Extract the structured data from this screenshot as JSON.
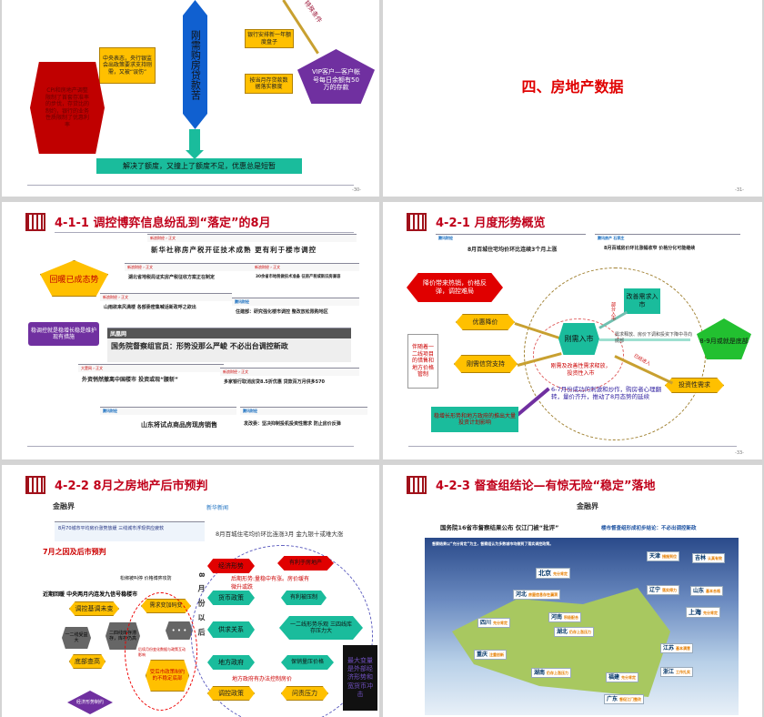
{
  "slides": [
    {
      "page": "-30-",
      "diamond": "刚需购房贷款苦",
      "bottom_box": "解决了额度，又撞上了额度不足，优惠总是短暂",
      "callout_central": "中央表态，央行银监会出政策要求支持刚需，又被“误伤”",
      "callout_bank": "银行安排新一年额度盘子",
      "callout_deposit": "按当月存贷款数据落实额度",
      "hexagon": "CPI和房地产调整限制了首套存准率的步伐，存贷比的制约，银行的业务性质限制了优惠利率",
      "pentagon": "VIP客户—客户帐号每日余额有50万的存款",
      "arrow_label": "特殊条件"
    },
    {
      "page": "-31-",
      "heading": "四、房地产数据"
    },
    {
      "title": "4-1-1  调控博弈信息纷乱到“落定”的8月",
      "pentagon": "回暖已成态势",
      "purple_box": "稳调控就是稳增长稳是维护现有措施",
      "headlines": [
        "新华社称房产税开征技术成熟  更有利于楼市调控",
        "湖北省地税局证实房产税征收方案正在制定",
        "30余省市地税做技术准备 征房产税或新旧房兼容",
        "山雨欲来风满楼 各部委密集喊话新政呼之欲出",
        "住建部：研究强化楼市调控 整改放松限购地区",
        "国务院督察组官员：形势没那么严峻  不必出台调控新政",
        "外资悄然撤离中国楼市  投资或现“腰斩”",
        "多家银行取消房贷8.5折优惠 贷款百万月供多570",
        "山东将试点商品房现房销售",
        "发改委：坚决抑制投机投资性需求 防止房价反弹"
      ],
      "sources": [
        "腾讯财经",
        "凤凰网"
      ]
    },
    {
      "page": "-33-",
      "title": "4-2-1  月度形势概览",
      "headlines": [
        "8月百城住宅均价环比连续3个月上涨",
        "8月百城房价环比涨幅收窄  价格分化可能继续"
      ],
      "sources": [
        "腾讯财经",
        "腾讯房产 石家庄"
      ],
      "red_hex": "降价带来热销，价格反弹，调控难局",
      "promo": "优惠降价",
      "credit": "刚需信贷支持",
      "side_note": "伴随着一二线项目的惜售和地方价格管制",
      "green_box": "稳增长形势和地方政府的推出大量投资计划影响",
      "center": "刚需入市",
      "improve": "改善需求入市",
      "invest": "投资性需求",
      "result": "8-9月或就是底部",
      "inner_note": "刚需及改善性需求释放，投资性入市",
      "flow_note": "需求释放、房价下调和投资下降中寻向底部",
      "lbl_part": "部分入市",
      "lbl_enter": "已经进入",
      "purple_note": "6-7月份成功的刺激和炒作，购房者心理翻转，量价齐升，推动了8月态势的延续"
    },
    {
      "title": "4-2-2  8月之房地产后市预判",
      "sources": [
        "金融界",
        "新华新闻",
        "腾讯财经"
      ],
      "headlines": [
        "8月70城市平均房价涨势放缓  三线城市浮现供应疲软",
        "8月百城住宅均价环比连涨3月  金九银十或难大涨",
        "松绑被叫停 价格博弈攻防",
        "近期回暖  中央两月内连发九信号稳楼市"
      ],
      "sub_title": "7月之因及后市预判",
      "left_flow": [
        "调控基调未变",
        "需求变加码变",
        "一二线受益大",
        "二四线库存滞存，库存仍高",
        "• • •",
        "底部查高",
        "受后市政策制约的不稳定底部",
        "后续月份变化数据与政策互动影响",
        "经济形势制约"
      ],
      "vertical": "8月份以后",
      "rows": [
        [
          "经济形势",
          "有利于房地产"
        ],
        [
          "货币政策",
          "有利被压制"
        ],
        [
          "供求关系",
          "一二线形势乐观 三四线库存压力大"
        ],
        [
          "地方政府",
          "保销量压价格"
        ],
        [
          "调控政策",
          "问责压力"
        ]
      ],
      "note_econ": "后期形势:量稳中有涨。房价缓有微升或跌",
      "note_gov": "地方政府有办法控制房价",
      "black_box": "最大变量是外部经济形势和宽货币冲击"
    },
    {
      "title": "4-2-3  督查组结论—有惊无险“稳定”落地",
      "sources": [
        "金融界"
      ],
      "headlines": [
        "国务院16省市督察结果公布  仅江门被“批评”",
        "楼市督查组形成初步结论：不必出调控新政"
      ],
      "map_intro": "督察结果以“充分肯定”为主，督察组认为多数城市均做到了落实调控政策。",
      "regions": [
        [
          "天津",
          "措施到位"
        ],
        [
          "吉林",
          "认真有效"
        ],
        [
          "北京",
          "充分肯定"
        ],
        [
          "辽宁",
          "落实得力"
        ],
        [
          "山东",
          "基本合格"
        ],
        [
          "河北",
          "房屋信息存在漏洞"
        ],
        [
          "上海",
          "充分肯定"
        ],
        [
          "河南",
          "积极配合"
        ],
        [
          "四川",
          "充分肯定"
        ],
        [
          "湖北",
          "仍存上涨压力"
        ],
        [
          "江苏",
          "基本满意"
        ],
        [
          "重庆",
          "注重创新"
        ],
        [
          "湖南",
          "仍存上涨压力"
        ],
        [
          "福建",
          "充分肯定"
        ],
        [
          "浙江",
          "工作扎实"
        ],
        [
          "广东",
          "督促江门整改"
        ]
      ]
    }
  ]
}
